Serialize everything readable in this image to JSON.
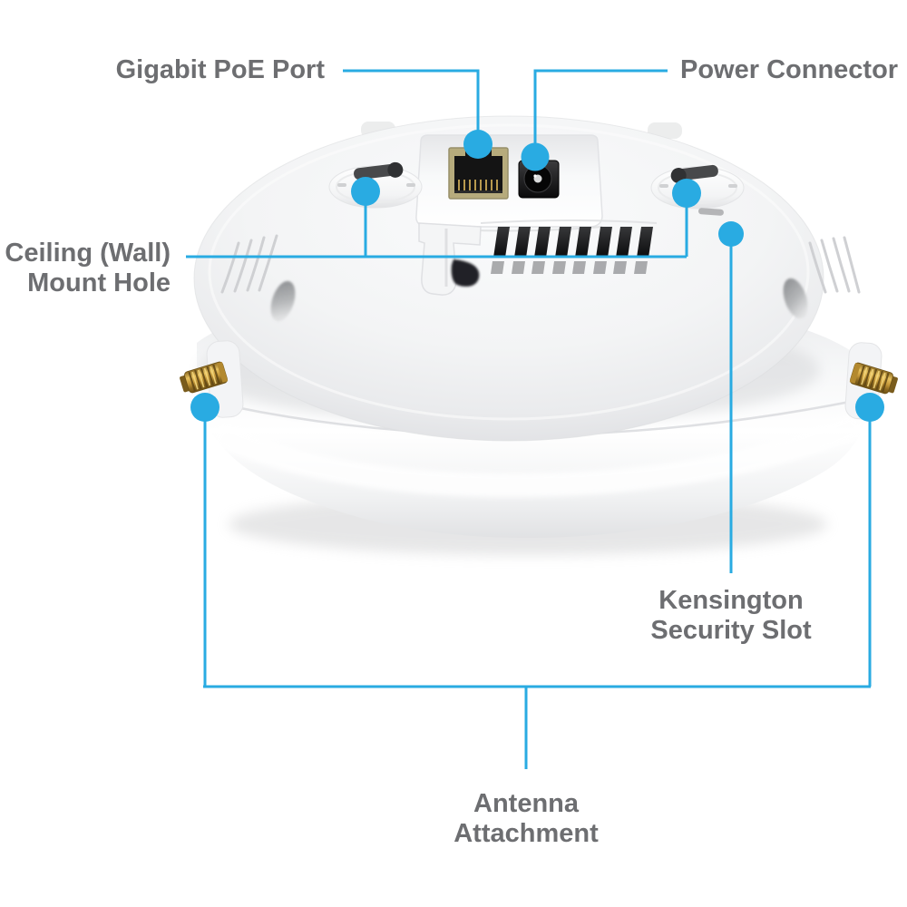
{
  "page": {
    "background": "#ffffff"
  },
  "colors": {
    "callout_blue": "#29abe2",
    "label_gray": "#6d6e71",
    "device_white": "#f4f5f6",
    "rj45_bezel_tan": "#b6ab7c",
    "antenna_gold": "#c79a3a"
  },
  "callouts": {
    "poe_port": "Gigabit PoE Port",
    "power_connector": "Power Connector",
    "mount_hole": "Ceiling (Wall)\nMount Hole",
    "kensington": "Kensington\nSecurity Slot",
    "antenna": "Antenna\nAttachment"
  }
}
